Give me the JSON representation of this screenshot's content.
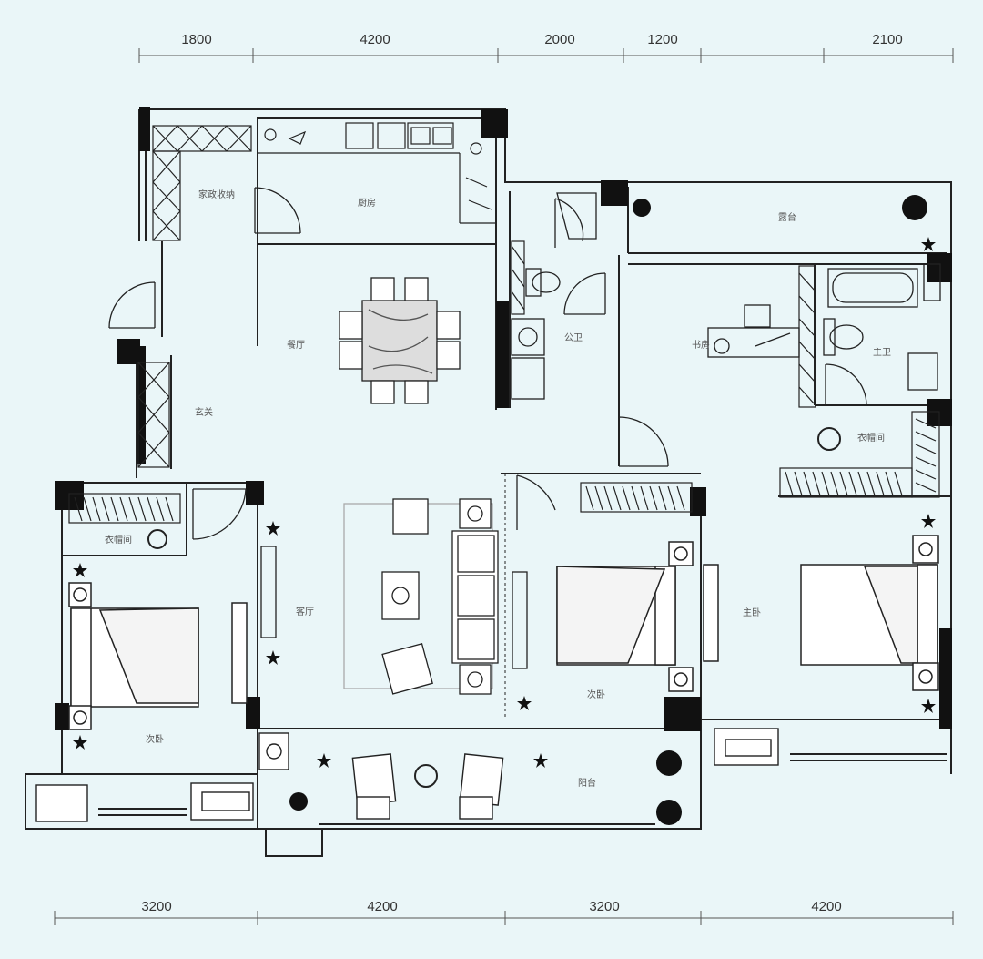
{
  "top_dimensions": [
    "1800",
    "4200",
    "2000",
    "1200",
    "2100"
  ],
  "bottom_dimensions": [
    "3200",
    "4200",
    "3200",
    "4200"
  ],
  "rooms": {
    "storage": "家政收纳",
    "kitchen": "厨房",
    "dining": "餐厅",
    "entry": "玄关",
    "public_bath": "公卫",
    "terrace": "露台",
    "study": "书房",
    "master_bath": "主卫",
    "master_closet": "衣帽间",
    "left_closet": "衣帽间",
    "living": "客厅",
    "bedroom_left": "次卧",
    "bedroom_mid": "次卧",
    "master_bedroom": "主卧",
    "balcony": "阳台"
  },
  "colors": {
    "background": "#eaf6f8",
    "wall": "#111111",
    "line": "#222222",
    "dim": "#333333"
  }
}
